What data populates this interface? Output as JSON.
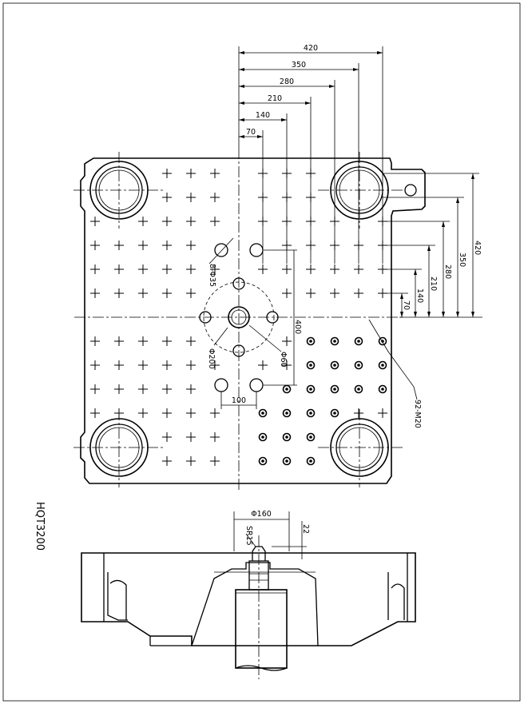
{
  "model": "HQT3200",
  "horizontal_dims": [
    "420",
    "350",
    "280",
    "210",
    "140",
    "70"
  ],
  "vertical_dims": [
    "420",
    "350",
    "280",
    "210",
    "140",
    "70"
  ],
  "label_holes": "8-Φ35",
  "label_pcd": "Φ200",
  "label_bore": "Φ60",
  "label_spacing_v": "400",
  "label_spacing_h": "100",
  "label_threads": "92-M20",
  "label_nozzle_dia": "Φ160",
  "label_sphere": "SR15",
  "label_depth": "22"
}
